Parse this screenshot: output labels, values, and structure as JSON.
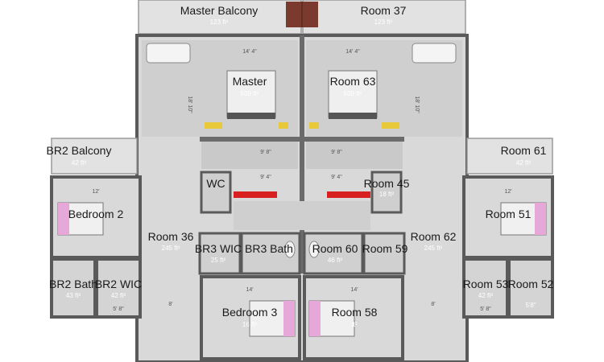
{
  "plan": {
    "rooms": [
      {
        "name": "Master Balcony",
        "area": "123 ft²"
      },
      {
        "name": "Room 37",
        "area": "123 ft²"
      },
      {
        "name": "Master",
        "area": "509 ft²"
      },
      {
        "name": "Room 63",
        "area": "509 ft²"
      },
      {
        "name": "BR2 Balcony",
        "area": "42 ft²"
      },
      {
        "name": "Room 61",
        "area": "42 ft²"
      },
      {
        "name": "WC",
        "area": ""
      },
      {
        "name": "Room 45",
        "area": "18 ft²"
      },
      {
        "name": "Bedroom 2",
        "area": ""
      },
      {
        "name": "Room 51",
        "area": ""
      },
      {
        "name": "Room 36",
        "area": "245 ft²"
      },
      {
        "name": "Room 62",
        "area": "245 ft²"
      },
      {
        "name": "BR3 WIC",
        "area": "25 ft²"
      },
      {
        "name": "BR3 Bath",
        "area": ""
      },
      {
        "name": "Room 60",
        "area": "46 ft²"
      },
      {
        "name": "Room 59",
        "area": ""
      },
      {
        "name": "BR2 Bath",
        "area": "43 ft²"
      },
      {
        "name": "BR2 WIC",
        "area": "42 ft²"
      },
      {
        "name": "Room 53",
        "area": "42 ft²"
      },
      {
        "name": "Room 52",
        "area": "5'8\""
      },
      {
        "name": "Bedroom 3",
        "area": "16 ft²"
      },
      {
        "name": "Room 58",
        "area": "ft²"
      }
    ],
    "dimensions": {
      "top_left": "14' 4\"",
      "top_right": "14' 4\"",
      "side_left": "18' 10\"",
      "side_right": "18' 10\"",
      "mid_left": "9' 8\"",
      "mid_right": "9' 8\"",
      "wc_left": "9' 4\"",
      "wc_right": "9' 4\"",
      "br2_width": "12'",
      "br51_width": "12'",
      "bed3_width": "14'",
      "r58_width": "14'",
      "r36_len": "8'",
      "r62_len": "8'",
      "wic_w": "5' 8\"",
      "wic_w2": "5' 8\""
    }
  }
}
